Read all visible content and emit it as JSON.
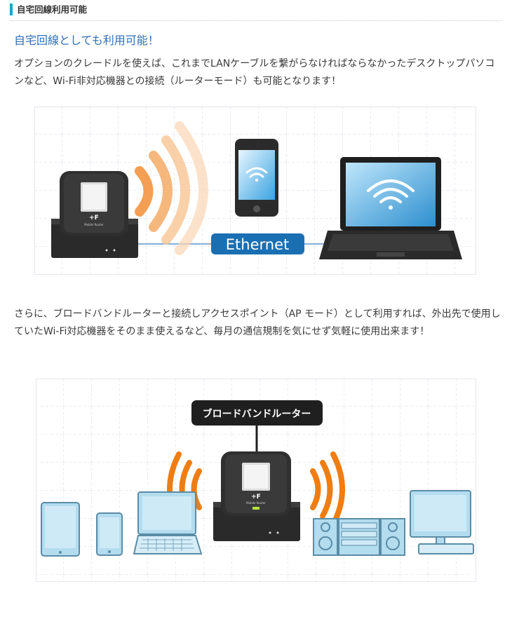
{
  "section": {
    "title": "自宅回線利用可能"
  },
  "content": {
    "subtitle": "自宅回線としても利用可能！",
    "paragraph1": "オプションのクレードルを使えば、これまでLANケーブルを繋がらなければならなかったデスクトップパソコンなど、Wi-Fi非対応機器との接続（ルーターモード）も可能となります！",
    "paragraph2": "さらに、ブロードバンドルーターと接続しアクセスポイント（AP モード）として利用すれば、外出先で使用していたWi-Fi対応機器をそのまま使えるなど、毎月の通信規制を気にせず気軽に使用出来ます！"
  },
  "figure1": {
    "ethernet_label": "Ethernet",
    "router_label": "Mobile Router",
    "colors": {
      "signal": "#f39a4a",
      "label_bg": "#1a6fb3",
      "device": "#2b2b2b"
    }
  },
  "figure2": {
    "broadband_label": "ブロードバンドルーター",
    "router_label": "Mobile Router",
    "colors": {
      "signal": "#f07d12",
      "device_fill": "#9fd2ea",
      "device_stroke": "#5a8ca6"
    }
  }
}
